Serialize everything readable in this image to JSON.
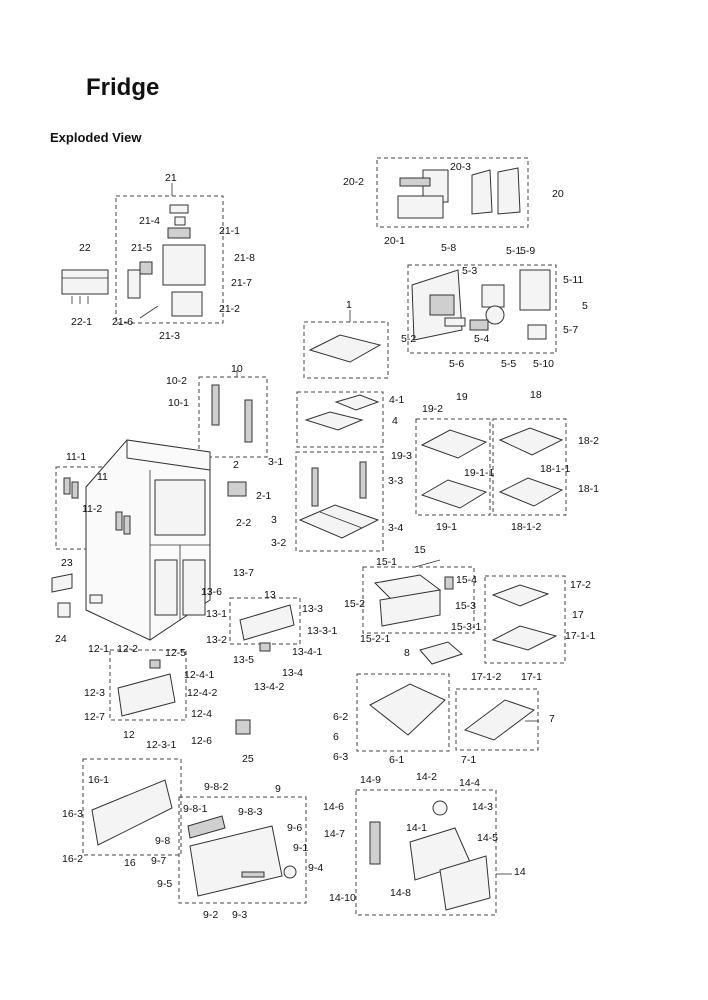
{
  "title": "Fridge",
  "subtitle": "Exploded View",
  "callouts": [
    "1",
    "2",
    "2-1",
    "2-2",
    "3",
    "3-1",
    "3-2",
    "3-3",
    "3-4",
    "4",
    "4-1",
    "5",
    "5-1",
    "5-2",
    "5-3",
    "5-4",
    "5-5",
    "5-6",
    "5-7",
    "5-8",
    "5-9",
    "5-10",
    "5-11",
    "6",
    "6-1",
    "6-2",
    "6-3",
    "7",
    "7-1",
    "8",
    "9",
    "9-1",
    "9-2",
    "9-3",
    "9-4",
    "9-5",
    "9-6",
    "9-7",
    "9-8",
    "9-8-1",
    "9-8-2",
    "9-8-3",
    "10",
    "10-1",
    "10-2",
    "11",
    "11-1",
    "11-2",
    "12",
    "12-1",
    "12-2",
    "12-3",
    "12-3-1",
    "12-4",
    "12-4-1",
    "12-4-2",
    "12-5",
    "12-6",
    "12-7",
    "13",
    "13-1",
    "13-2",
    "13-3",
    "13-3-1",
    "13-4",
    "13-4-1",
    "13-4-2",
    "13-5",
    "13-6",
    "13-7",
    "14",
    "14-1",
    "14-2",
    "14-3",
    "14-4",
    "14-5",
    "14-6",
    "14-7",
    "14-8",
    "14-9",
    "14-10",
    "15",
    "15-1",
    "15-2",
    "15-2-1",
    "15-3",
    "15-3-1",
    "15-4",
    "16",
    "16-1",
    "16-2",
    "16-3",
    "17",
    "17-1",
    "17-1-1",
    "17-1-2",
    "17-2",
    "18",
    "18-1",
    "18-1-1",
    "18-1-2",
    "18-2",
    "19",
    "19-1",
    "19-1-1",
    "19-2",
    "19-3",
    "20",
    "20-1",
    "20-2",
    "20-3",
    "21",
    "21-1",
    "21-2",
    "21-3",
    "21-4",
    "21-5",
    "21-6",
    "21-7",
    "21-8",
    "22",
    "22-1",
    "23",
    "24",
    "25"
  ]
}
